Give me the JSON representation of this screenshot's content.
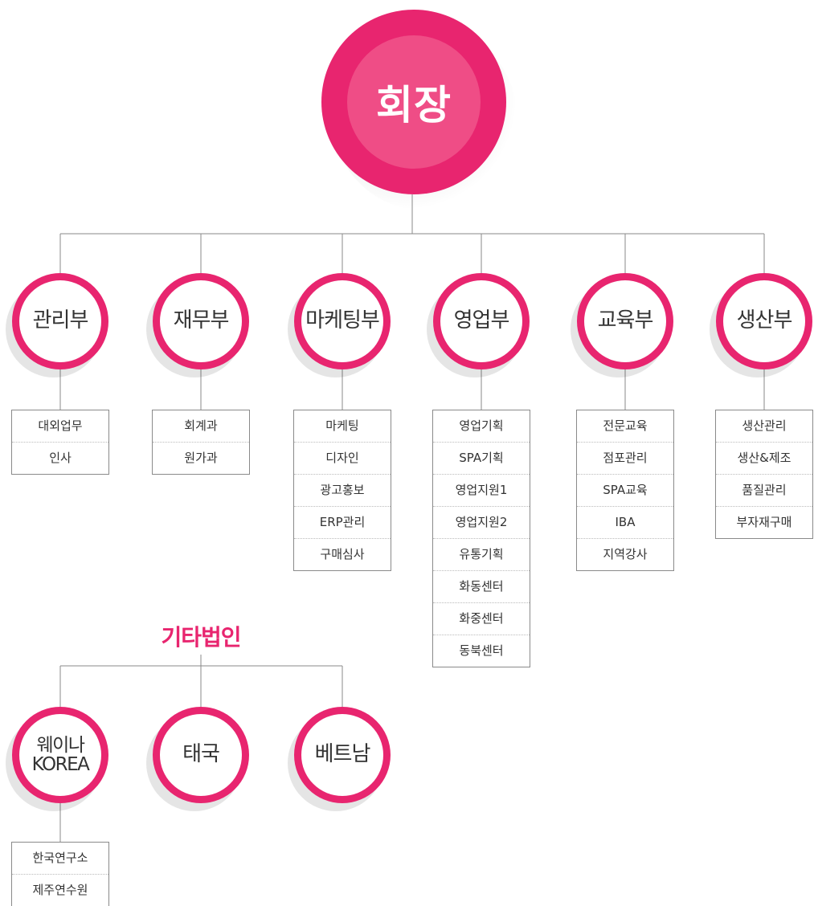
{
  "colors": {
    "accent": "#e8256f",
    "accent_light": "#ef4d86",
    "line": "#8a8a8a",
    "text": "#333333"
  },
  "chairman": {
    "label": "회장"
  },
  "departments": [
    {
      "label": "관리부",
      "teams": [
        "대외업무",
        "인사"
      ]
    },
    {
      "label": "재무부",
      "teams": [
        "회계과",
        "원가과"
      ]
    },
    {
      "label": "마케팅부",
      "teams": [
        "마케팅",
        "디자인",
        "광고홍보",
        "ERP관리",
        "구매심사"
      ]
    },
    {
      "label": "영업부",
      "teams": [
        "영업기획",
        "SPA기획",
        "영업지원1",
        "영업지원2",
        "유통기획",
        "화동센터",
        "화중센터",
        "동북센터"
      ]
    },
    {
      "label": "교육부",
      "teams": [
        "전문교육",
        "점포관리",
        "SPA교육",
        "IBA",
        "지역강사"
      ]
    },
    {
      "label": "생산부",
      "teams": [
        "생산관리",
        "생산&제조",
        "품질관리",
        "부자재구매"
      ]
    }
  ],
  "affiliates": {
    "title": "기타법인",
    "items": [
      {
        "label": "웨이나\nKOREA",
        "teams": [
          "한국연구소",
          "제주연수원"
        ]
      },
      {
        "label": "태국",
        "teams": []
      },
      {
        "label": "베트남",
        "teams": []
      }
    ]
  }
}
